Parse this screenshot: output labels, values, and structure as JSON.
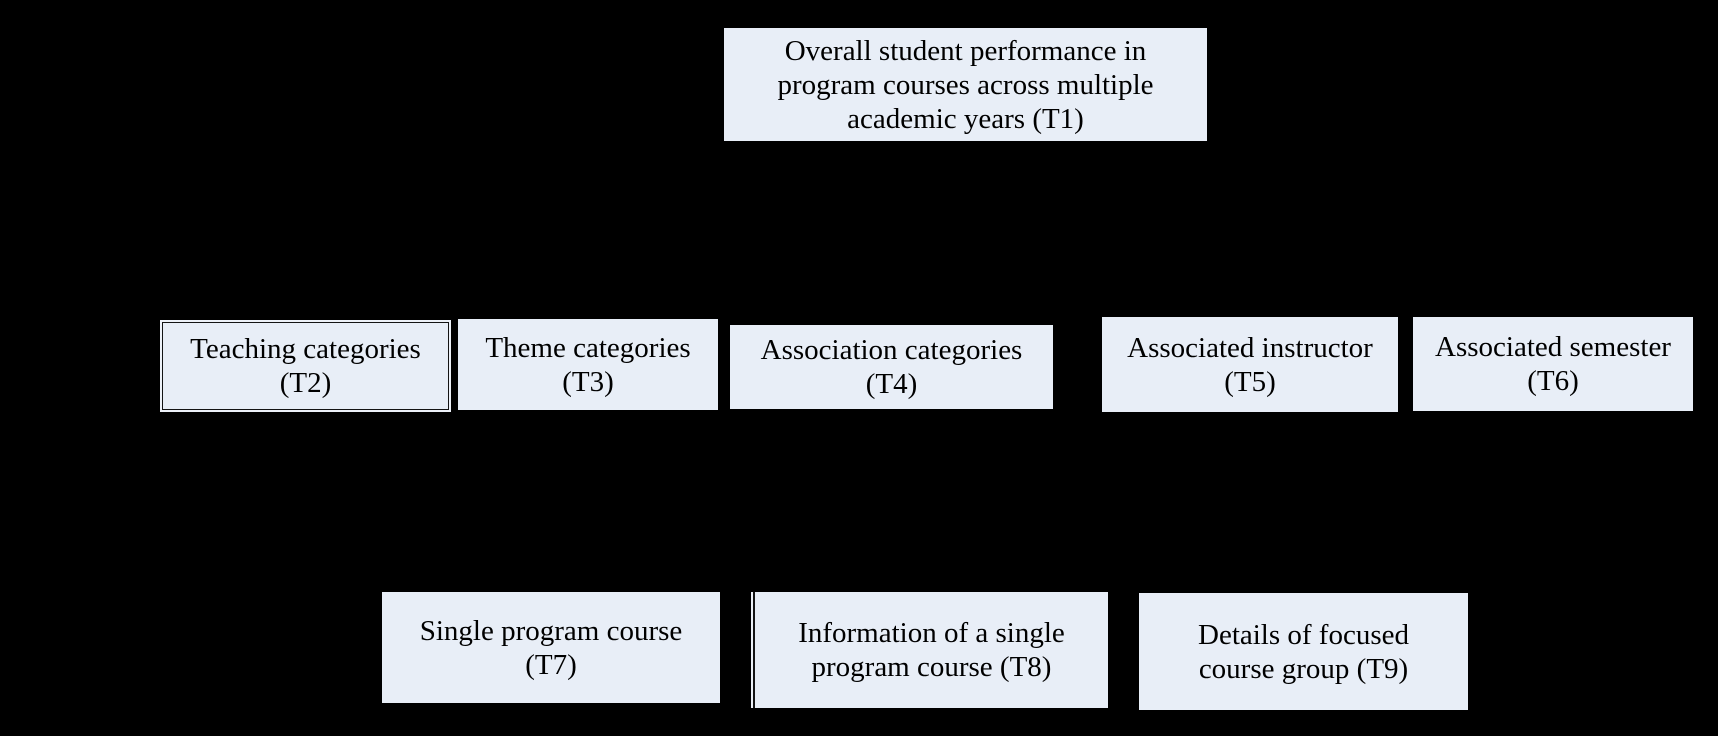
{
  "diagram": {
    "type": "task-hierarchy",
    "background_color": "#000000",
    "node_fill_color": "#E8EEF7",
    "node_text_color": "#000000",
    "node_border_color": "#141414",
    "nodes": {
      "t1": {
        "id": "T1",
        "label_lines": [
          "Overall student performance in",
          "program courses across multiple",
          "academic years (T1)"
        ]
      },
      "t2": {
        "id": "T2",
        "label_lines": [
          "Teaching categories",
          "(T2)"
        ]
      },
      "t3": {
        "id": "T3",
        "label_lines": [
          "Theme categories",
          "(T3)"
        ]
      },
      "t4": {
        "id": "T4",
        "label_lines": [
          "Association categories",
          "(T4)"
        ]
      },
      "t5": {
        "id": "T5",
        "label_lines": [
          "Associated instructor",
          "(T5)"
        ]
      },
      "t6": {
        "id": "T6",
        "label_lines": [
          "Associated semester",
          "(T6)"
        ]
      },
      "t7": {
        "id": "T7",
        "label_lines": [
          "Single program course",
          "(T7)"
        ]
      },
      "t8": {
        "id": "T8",
        "label_lines": [
          "Information of a single",
          "program course (T8)"
        ]
      },
      "t9": {
        "id": "T9",
        "label_lines": [
          "Details of focused",
          "course group (T9)"
        ]
      }
    }
  }
}
